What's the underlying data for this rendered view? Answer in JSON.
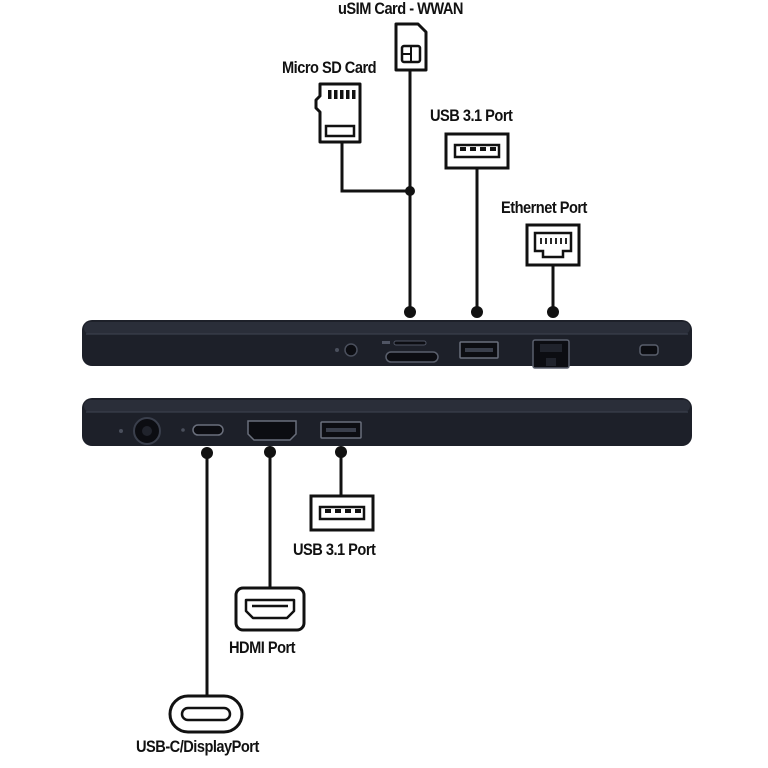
{
  "labels": {
    "usim": "uSIM Card - WWAN",
    "microsd": "Micro SD Card",
    "usb_top": "USB 3.1 Port",
    "ethernet": "Ethernet Port",
    "usb_bottom": "USB 3.1 Port",
    "hdmi": "HDMI Port",
    "usbc": "USB-C/DisplayPort"
  },
  "icons": [
    "sim-card-icon",
    "micro-sd-card-icon",
    "usb-a-port-icon",
    "ethernet-port-icon",
    "hdmi-port-icon",
    "usb-c-port-icon"
  ],
  "colors": {
    "laptop_body": "#1d2029",
    "laptop_edge": "#2c303b",
    "line": "#111111"
  }
}
